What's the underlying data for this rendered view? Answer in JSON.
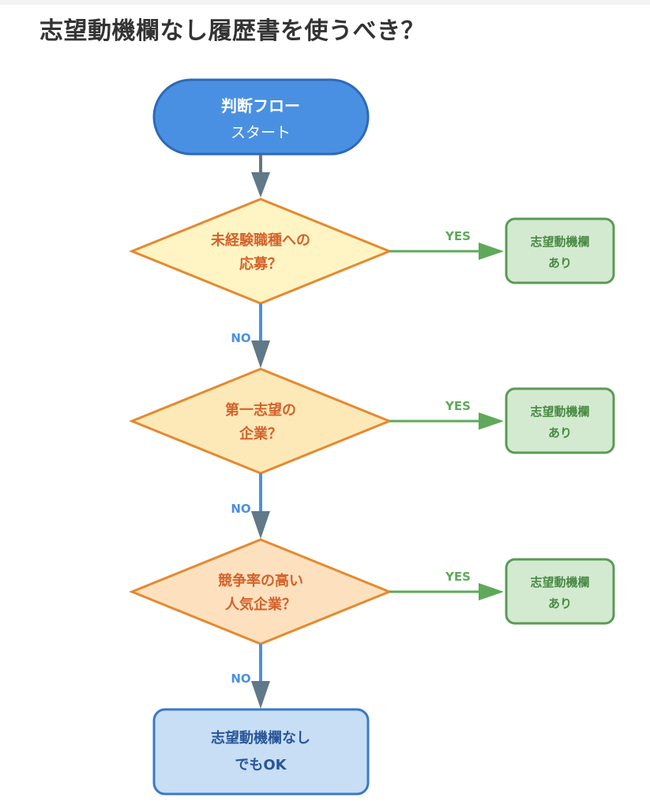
{
  "title": "志望動機欄なし履歴書を使うべき？",
  "colors": {
    "start_fill": "#4a90e2",
    "start_stroke": "#2f69b8",
    "decision_stroke": "#e6892f",
    "decision_text": "#d4622a",
    "decision1_fill": "#fff4c4",
    "decision2_fill": "#fde9b8",
    "decision3_fill": "#fde1bf",
    "yes_color": "#5ea95a",
    "yes_fill": "#d3ead0",
    "yes_stroke": "#5b9a56",
    "yes_text": "#4a8a45",
    "no_color": "#4a90e2",
    "arrow_head": "#607888",
    "end_fill": "#c7def5",
    "end_stroke": "#3a78c9",
    "end_text": "#2a5599"
  },
  "start": {
    "line1": "判断フロー",
    "line2": "スタート"
  },
  "decisions": [
    {
      "line1": "未経験職種への",
      "line2": "応募？",
      "yes_label": "YES",
      "no_label": "NO",
      "outcome": {
        "line1": "志望動機欄",
        "line2": "あり"
      }
    },
    {
      "line1": "第一志望の",
      "line2": "企業？",
      "yes_label": "YES",
      "no_label": "NO",
      "outcome": {
        "line1": "志望動機欄",
        "line2": "あり"
      }
    },
    {
      "line1": "競争率の高い",
      "line2": "人気企業？",
      "yes_label": "YES",
      "no_label": "NO",
      "outcome": {
        "line1": "志望動機欄",
        "line2": "あり"
      }
    }
  ],
  "end": {
    "line1": "志望動機欄なし",
    "line2": "でもOK"
  }
}
